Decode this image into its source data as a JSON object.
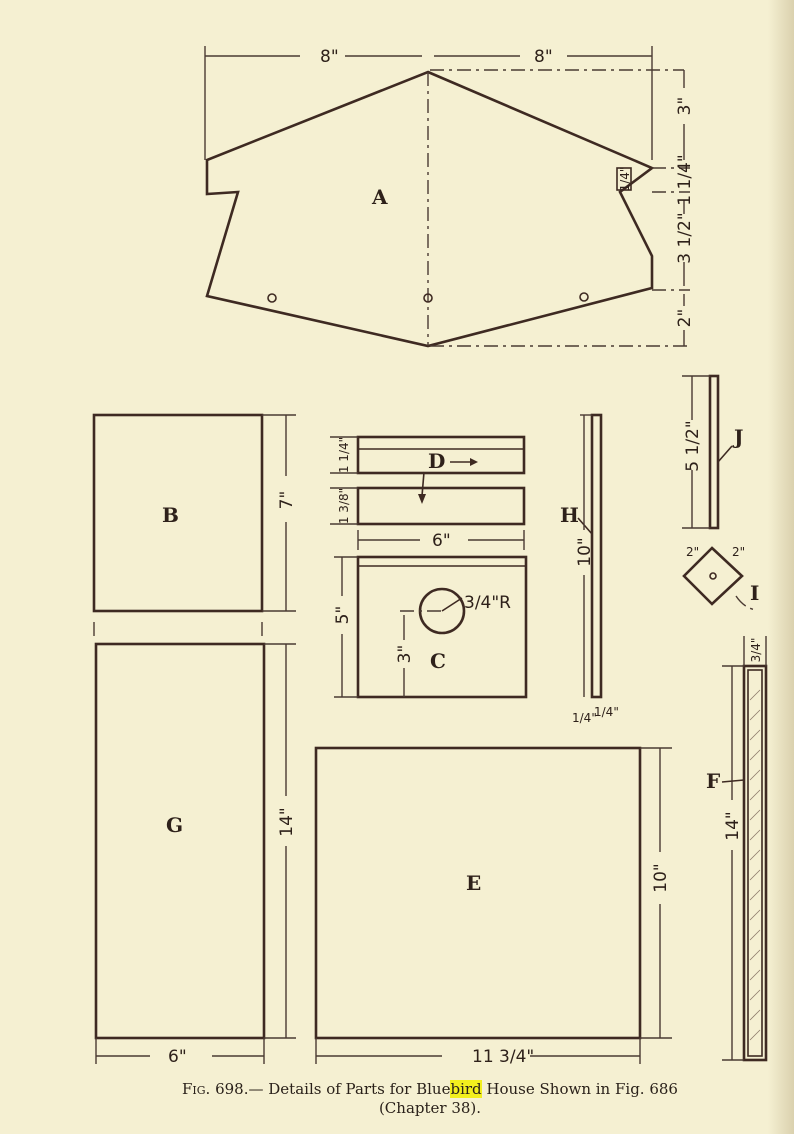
{
  "labels": {
    "A": "A",
    "B": "B",
    "C": "C",
    "D": "D",
    "E": "E",
    "F": "F",
    "G": "G",
    "H": "H",
    "I": "I",
    "J": "J"
  },
  "dims": {
    "a_top_left": "8\"",
    "a_top_right": "8\"",
    "a_right_3": "3\"",
    "a_right_1_4": "1 1/4\"",
    "a_right_3_1_2": "3 1/2\"",
    "a_right_2": "2\"",
    "a_notch": "1/4\"",
    "b_height": "7\"",
    "d_top": "1 1/4\"",
    "d_bottom": "1 3/8\"",
    "c_width": "6\"",
    "c_height": "5\"",
    "c_hole": "3/4\"R",
    "c_hole_pos": "3\"",
    "h_height": "10\"",
    "h_thick_a": "1/4\"",
    "h_thick_b": "1/4\"",
    "j_height": "5 1/2\"",
    "i_a": "2\"",
    "i_b": "2\"",
    "g_height": "14\"",
    "g_width": "6\"",
    "e_height": "10\"",
    "e_width": "11 3/4\"",
    "f_width": "3/4\"",
    "f_height": "14\""
  },
  "caption": {
    "fig": "Fig. 698.",
    "text_before": "— Details of Parts for Blue",
    "highlight": "bird",
    "text_after": " House Shown in Fig. 686",
    "line2": "(Chapter 38).",
    "highlight_color": "#f2ef1e"
  },
  "colors": {
    "paper": "#f5f0d2",
    "ink": "#3e2a22"
  }
}
